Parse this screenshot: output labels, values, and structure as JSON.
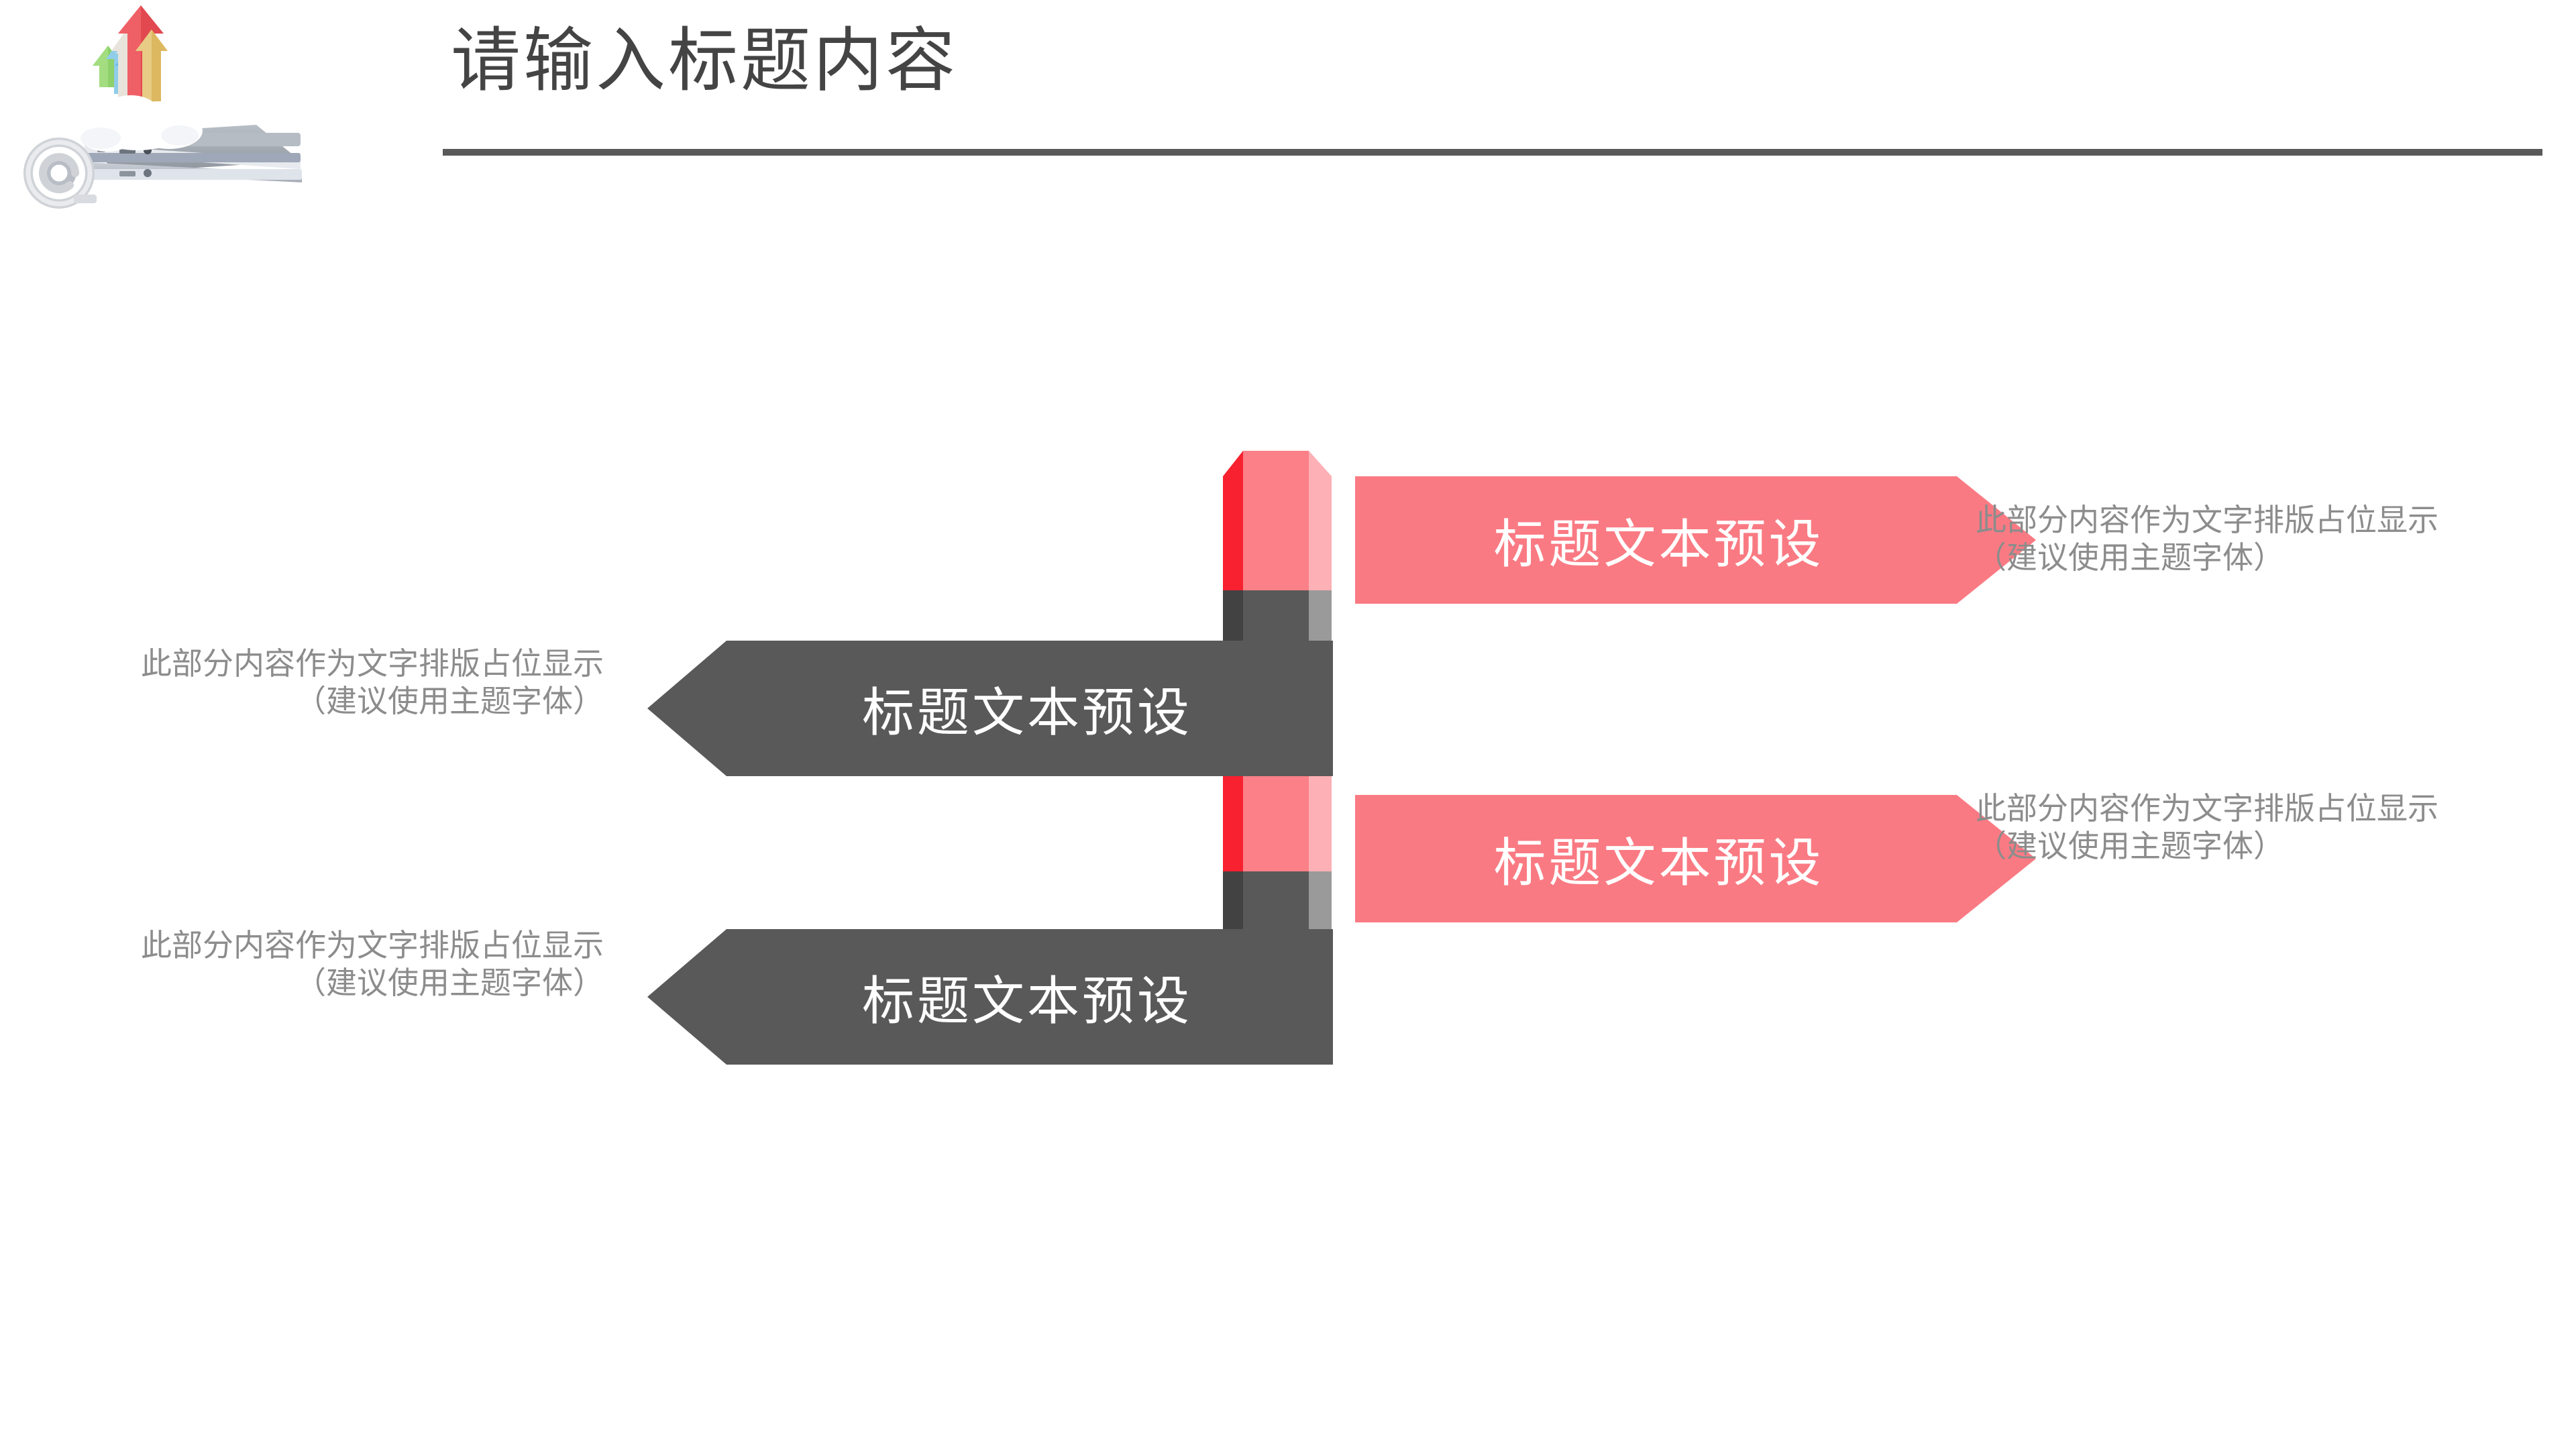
{
  "header": {
    "title": "请输入标题内容",
    "decor_icon": "cloud-laptop-arrows-image",
    "underline_color": "#595959"
  },
  "colors": {
    "banner_pink": "#FA7A83",
    "banner_dark": "#595959",
    "cylinder_red_left": "#F8212F",
    "cylinder_pink_front": "#FB8087",
    "cylinder_pink_right": "#FDB0B5",
    "cylinder_dark_left": "#424242",
    "cylinder_dark_front": "#595959",
    "cylinder_dark_right": "#9A9A9A",
    "base_ring": "#F0A26B",
    "base_hole": "#3E3E3E",
    "body_text": "#8C8C8C",
    "title_text": "#444444"
  },
  "diagram": {
    "center_graphic": "3d-striped-cylinder",
    "items": [
      {
        "id": "item-1",
        "side": "right",
        "banner_style": "pink",
        "label": "标题文本预设",
        "desc_line1": "此部分内容作为文字排版占",
        "desc_line2": "位显示",
        "desc_line3": "（建议使用主题字体）"
      },
      {
        "id": "item-2",
        "side": "left",
        "banner_style": "dark",
        "label": "标题文本预设",
        "desc_line1": "此部分内容作为文字排版占",
        "desc_line2": "位显示",
        "desc_line3": "（建议使用主题字体）"
      },
      {
        "id": "item-3",
        "side": "right",
        "banner_style": "pink",
        "label": "标题文本预设",
        "desc_line1": "此部分内容作为文字排版占",
        "desc_line2": "位显示",
        "desc_line3": "（建议使用主题字体）"
      },
      {
        "id": "item-4",
        "side": "left",
        "banner_style": "dark",
        "label": "标题文本预设",
        "desc_line1": "此部分内容作为文字排版占",
        "desc_line2": "位显示",
        "desc_line3": "（建议使用主题字体）"
      }
    ]
  }
}
